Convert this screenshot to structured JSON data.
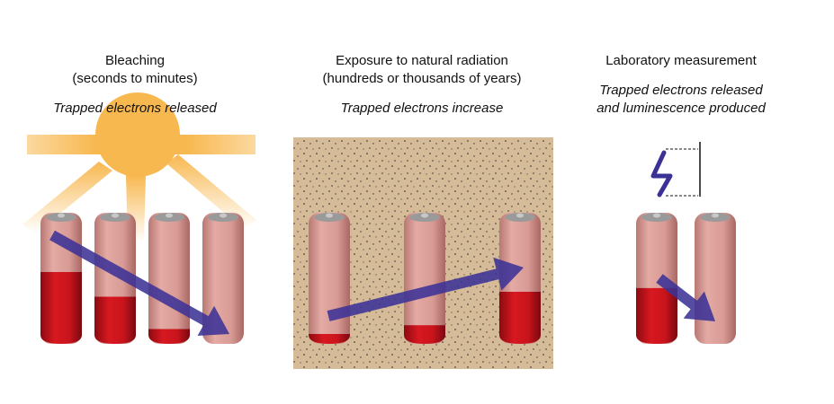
{
  "panels": [
    {
      "title": "Bleaching",
      "subtitle": "(seconds to minutes)",
      "note": [
        "Trapped electrons released"
      ],
      "fill_levels": [
        0.58,
        0.38,
        0.12,
        0.0
      ]
    },
    {
      "title": "Exposure to natural radiation",
      "subtitle": "(hundreds or thousands of years)",
      "note": [
        "Trapped electrons increase"
      ],
      "fill_levels": [
        0.08,
        0.15,
        0.42
      ]
    },
    {
      "title": "Laboratory measurement",
      "subtitle": "",
      "note": [
        "Trapped electrons released",
        "and luminescence produced"
      ],
      "fill_levels": [
        0.45,
        0.0
      ]
    }
  ],
  "icons": [
    "sun-icon",
    "sediment-background",
    "lightning-icon",
    "luminescence-scale-icon",
    "arrow-icon"
  ],
  "colors": {
    "charge": "#c8141c",
    "battery": "#d89a94",
    "arrow": "#3c3296",
    "sun": "#f8b850",
    "sand": "#d6bb98"
  }
}
